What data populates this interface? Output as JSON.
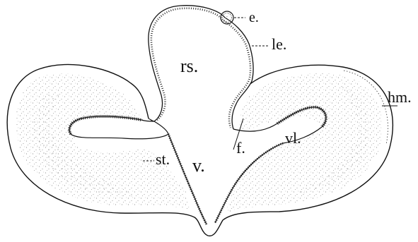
{
  "figure": {
    "labels": {
      "rs": "rs.",
      "e": "e.",
      "le": "le.",
      "hm": "hm.",
      "st": "st.",
      "v": "v.",
      "f": "f.",
      "vl": "vl."
    },
    "colors": {
      "ink": "#111111",
      "paper": "#ffffff",
      "stipple": "#555555"
    }
  }
}
